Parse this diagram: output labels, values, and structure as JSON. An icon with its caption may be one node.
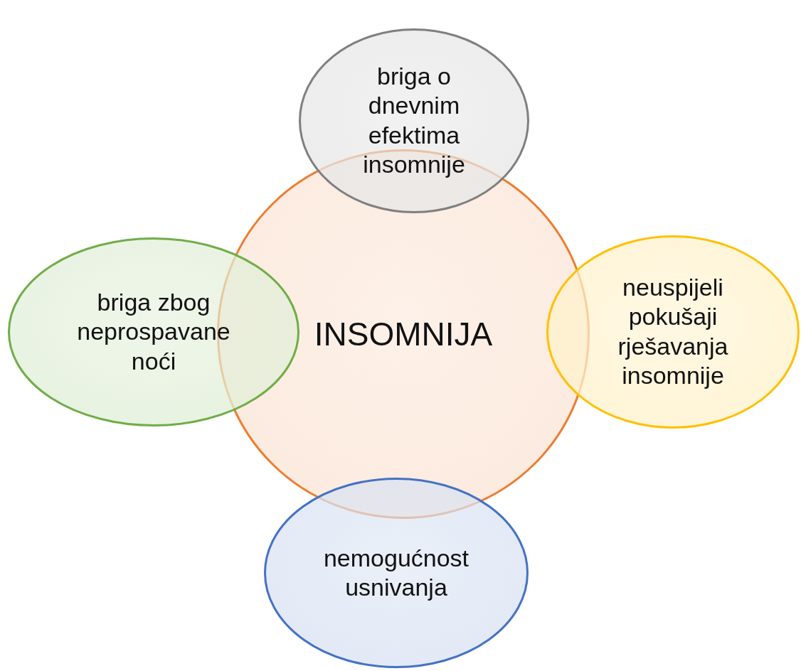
{
  "diagram": {
    "nodes": [
      {
        "text": [
          "INSOMNIJA"
        ]
      },
      {
        "text": [
          "briga o dnevnim efektima insomnije"
        ]
      },
      {
        "text": [
          "briga zbog neprospavane noći"
        ]
      },
      {
        "text": [
          "neuspijeli pokušaji rješavanja insomnije"
        ]
      },
      {
        "text": [
          "nemogućnost usnivanja"
        ]
      }
    ]
  }
}
